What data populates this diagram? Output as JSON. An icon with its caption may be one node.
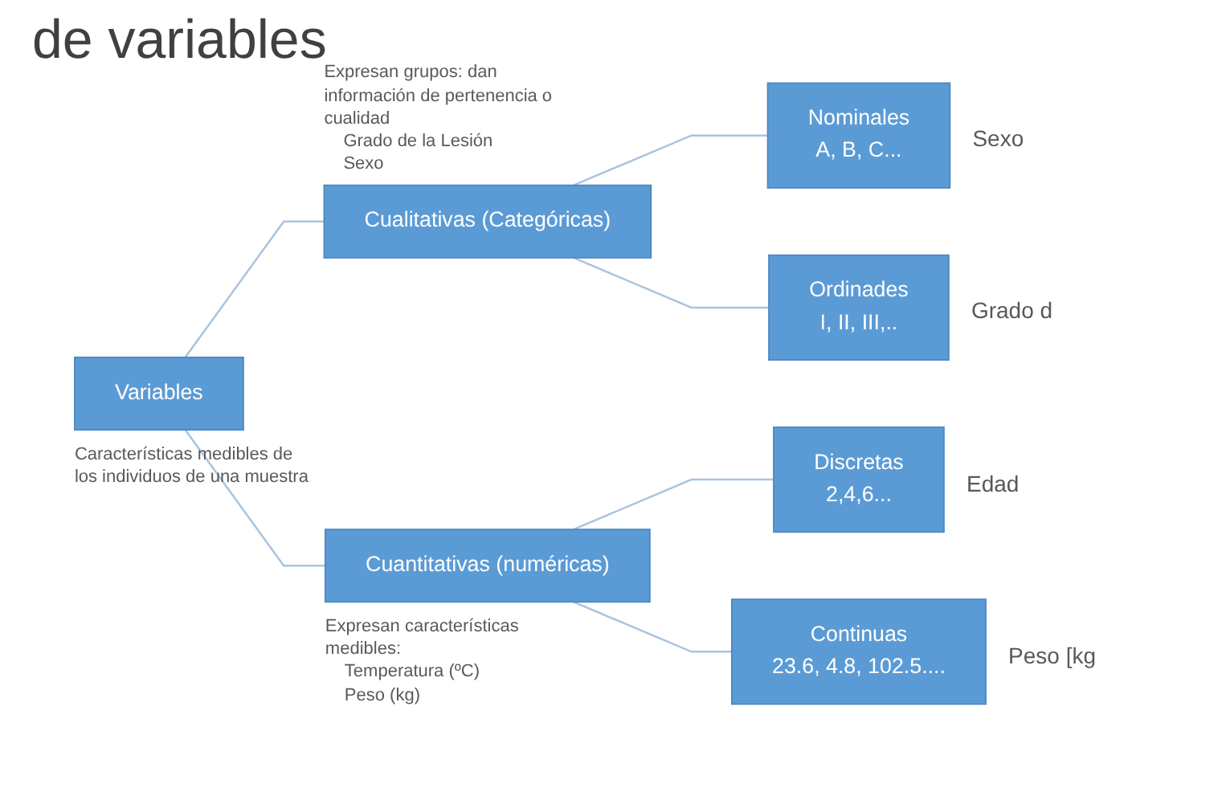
{
  "diagram": {
    "title": "de variables",
    "nodes": [
      {
        "text": [
          "Variables"
        ],
        "beside": [
          "Características medibles de los individuos de una muestra"
        ]
      },
      {
        "text": [
          "Cualitativas (Categóricas)"
        ],
        "beside": [
          "Expresan grupos: dan información de pertenencia o cualidad",
          "Grado de la Lesión",
          "Sexo"
        ]
      },
      {
        "text": [
          "Cuantitativas (numéricas)"
        ],
        "beside": [
          "Expresan características medibles:",
          "Temperatura (ºC)",
          "Peso (kg)"
        ]
      },
      {
        "text": [
          "Nominales",
          "A, B, C..."
        ],
        "beside": [
          "Sexo"
        ]
      },
      {
        "text": [
          "Ordinades",
          "I, II, III,.."
        ],
        "beside": [
          "Grado d"
        ]
      },
      {
        "text": [
          "Discretas",
          "2,4,6..."
        ],
        "beside": [
          "Edad"
        ]
      },
      {
        "text": [
          "Continuas",
          "23.6, 4.8, 102.5...."
        ],
        "beside": [
          "Peso [kg"
        ]
      }
    ],
    "edges": [
      {
        "from": 0,
        "to": 1,
        "arrow": "none"
      },
      {
        "from": 0,
        "to": 2,
        "arrow": "none"
      },
      {
        "from": 1,
        "to": 3,
        "arrow": "none"
      },
      {
        "from": 1,
        "to": 4,
        "arrow": "none"
      },
      {
        "from": 2,
        "to": 5,
        "arrow": "none"
      },
      {
        "from": 2,
        "to": 6,
        "arrow": "none"
      }
    ]
  }
}
